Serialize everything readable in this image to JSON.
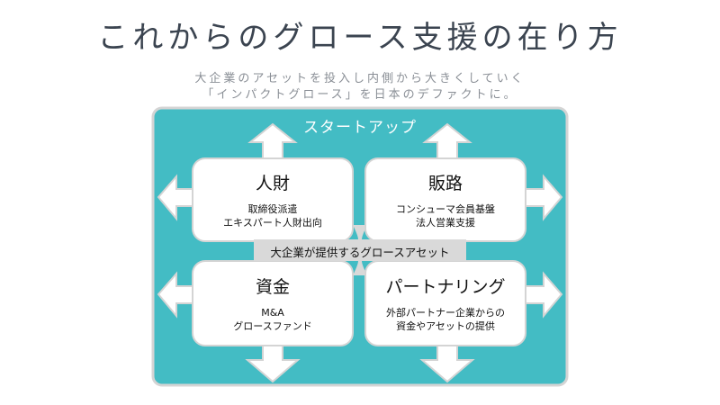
{
  "title": "これからのグロース支援の在り方",
  "subtitle": {
    "line1": "大企業のアセットを投入し内側から大きくしていく",
    "line2": "「インパクトグロース」を日本のデファクトに。"
  },
  "diagram": {
    "outer_label": "スタートアップ",
    "center_label": "大企業が提供するグロースアセット",
    "colors": {
      "teal": "#43BCC4",
      "box": "#ffffff",
      "border": "#d4d4d4",
      "center_bar": "#d9d9d9"
    },
    "quadrants": [
      {
        "title": "人財",
        "desc_line1": "取締役派遣",
        "desc_line2": "エキスパート人財出向"
      },
      {
        "title": "販路",
        "desc_line1": "コンシューマ会員基盤",
        "desc_line2": "法人営業支援"
      },
      {
        "title": "資金",
        "desc_line1": "M&A",
        "desc_line2": "グロースファンド"
      },
      {
        "title": "パートナリング",
        "desc_line1": "外部パートナー企業からの",
        "desc_line2": "資金やアセットの提供"
      }
    ]
  }
}
